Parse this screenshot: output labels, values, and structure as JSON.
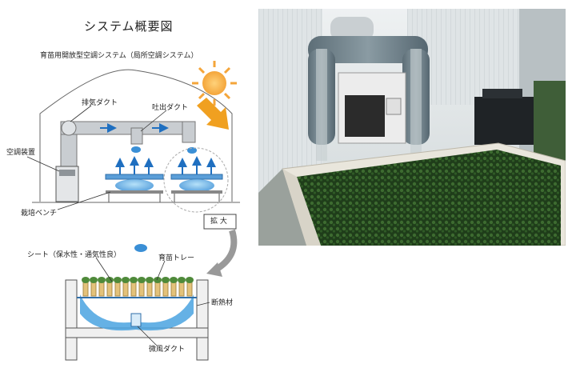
{
  "title": "システム概要図",
  "diagram": {
    "subtitle": "育苗用開放型空調システム（局所空調システム）",
    "labels": {
      "exhaust_duct": "排気ダクト",
      "outlet_duct": "吐出ダクト",
      "ac_unit": "空調装置",
      "bench": "栽培ベンチ",
      "enlarge": "拡 大",
      "sheet": "シート（保水性・通気性良）",
      "tray": "育苗トレー",
      "insulation": "断熱材",
      "micro_duct": "微風ダクト"
    },
    "colors": {
      "duct_gray": "#c9cdd1",
      "air_blue": "#3a8fd6",
      "sun_orange": "#f4a53a",
      "arrow_orange": "#f0a020",
      "seedling_green": "#4f8a3a"
    }
  },
  "photo": {
    "colors": {
      "duct": "#6f8089",
      "seedlings": "#24451f",
      "curtain": "#d4d9dc"
    }
  }
}
